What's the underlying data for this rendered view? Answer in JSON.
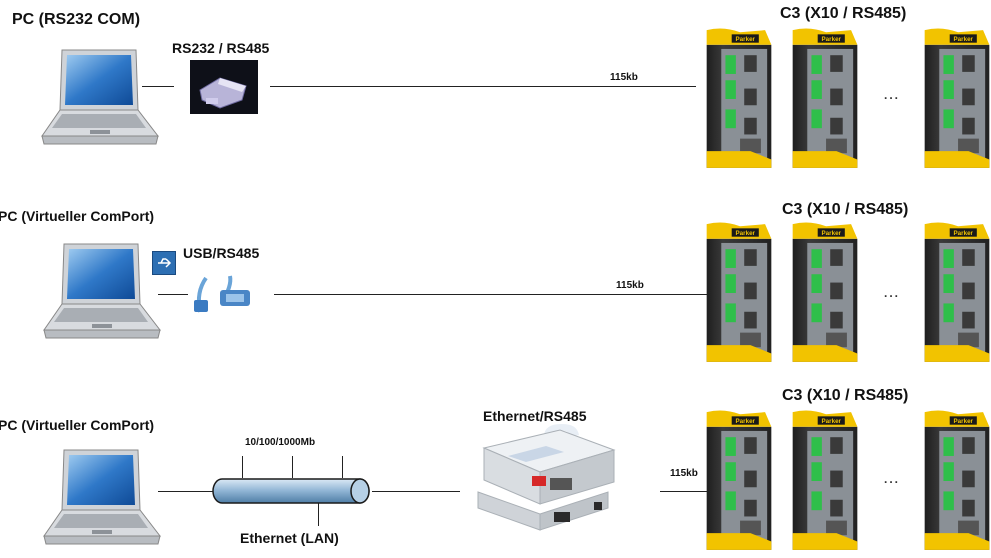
{
  "rows": [
    {
      "pc_label": "PC (RS232 COM)",
      "adapter_label": "RS232 / RS485",
      "speed": "115kb",
      "drive_group_label": "C3 (X10 / RS485)",
      "ellipsis": "..."
    },
    {
      "pc_label": "PC (Virtueller ComPort)",
      "adapter_label": "USB/RS485",
      "speed": "115kb",
      "drive_group_label": "C3 (X10 / RS485)",
      "ellipsis": "..."
    },
    {
      "pc_label": "PC (Virtueller ComPort)",
      "adapter_label": "Ethernet/RS485",
      "lan_speed": "10/100/1000Mb",
      "lan_label": "Ethernet (LAN)",
      "speed": "115kb",
      "drive_group_label": "C3 (X10 / RS485)",
      "ellipsis": "..."
    }
  ],
  "drive_brand": "Parker",
  "colors": {
    "drive_yellow": "#f2c300",
    "drive_body": "#2b2b2b",
    "drive_panel": "#8a9096",
    "laptop_screen": "#2f78c8",
    "cable_blue": "#8fb4d4"
  }
}
